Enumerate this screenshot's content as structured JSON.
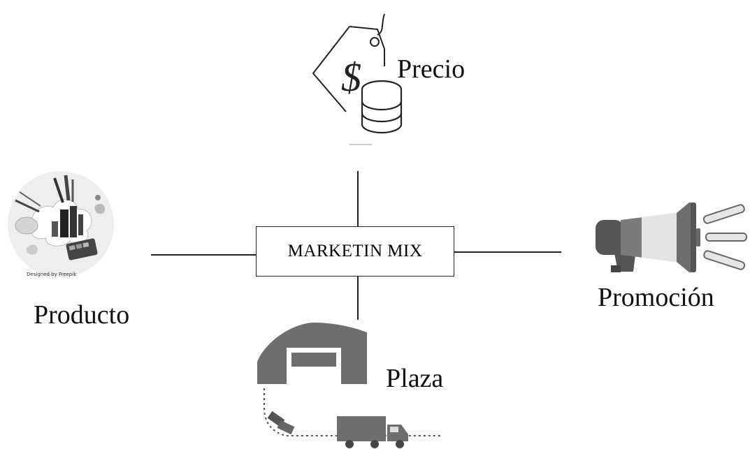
{
  "diagram": {
    "center": {
      "label": "MARKETIN MIX"
    },
    "nodes": {
      "top": {
        "label": "Precio",
        "icon": "price-tag-coins-icon"
      },
      "left": {
        "label": "Producto",
        "icon": "cosmetics-products-icon",
        "credit": "Designed by Freepik"
      },
      "right": {
        "label": "Promoción",
        "icon": "megaphone-icon"
      },
      "bottom": {
        "label": "Plaza",
        "icon": "warehouse-truck-icon"
      }
    },
    "colors": {
      "line": "#222222",
      "icon_gray": "#6e6e6e",
      "icon_dark": "#333333"
    }
  }
}
